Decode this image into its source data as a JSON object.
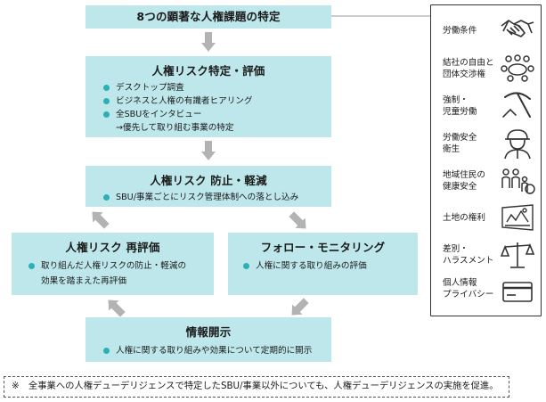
{
  "top": {
    "title": "8つの顕著な人権課題の特定"
  },
  "identify": {
    "title": "人権リスク特定・評価",
    "bullets": [
      "デスクトップ調査",
      "ビジネスと人権の有識者ヒアリング",
      "全SBUをインタビュー"
    ],
    "sub": "→優先して取り組む事業の特定"
  },
  "prevent": {
    "title": "人権リスク 防止・軽減",
    "bullets": [
      "SBU/事業ごとにリスク管理体制への落とし込み"
    ]
  },
  "reassess": {
    "title": "人権リスク 再評価",
    "bullets": [
      "取り組んだ人権リスクの防止・軽減の"
    ],
    "sub": "効果を踏まえた再評価"
  },
  "monitor": {
    "title": "フォロー・モニタリング",
    "bullets": [
      "人権に関する取り組みの評価"
    ]
  },
  "disclose": {
    "title": "情報開示",
    "bullets": [
      "人権に関する取り組みや効果について定期的に開示"
    ]
  },
  "issues": [
    {
      "label": "労働条件",
      "icon": "handshake-icon"
    },
    {
      "label": "結社の自由と\n団体交渉権",
      "icon": "meeting-icon"
    },
    {
      "label": "強制・\n児童労働",
      "icon": "pickaxe-icon"
    },
    {
      "label": "労働安全\n衛生",
      "icon": "helmet-worker-icon"
    },
    {
      "label": "地域住民の\n健康安全",
      "icon": "community-icon"
    },
    {
      "label": "土地の権利",
      "icon": "land-icon"
    },
    {
      "label": "差別・\nハラスメント",
      "icon": "scales-icon"
    },
    {
      "label": "個人情報\nプライバシー",
      "icon": "card-icon"
    }
  ],
  "note": "※　全事業への人権デューデリジェンスで特定したSBU/事業以外についても、人権デューデリジェンスの実施を促進。",
  "colors": {
    "box": "#bde7ea",
    "bullet": "#2db0b4",
    "arrow": "#b3b3b3"
  }
}
